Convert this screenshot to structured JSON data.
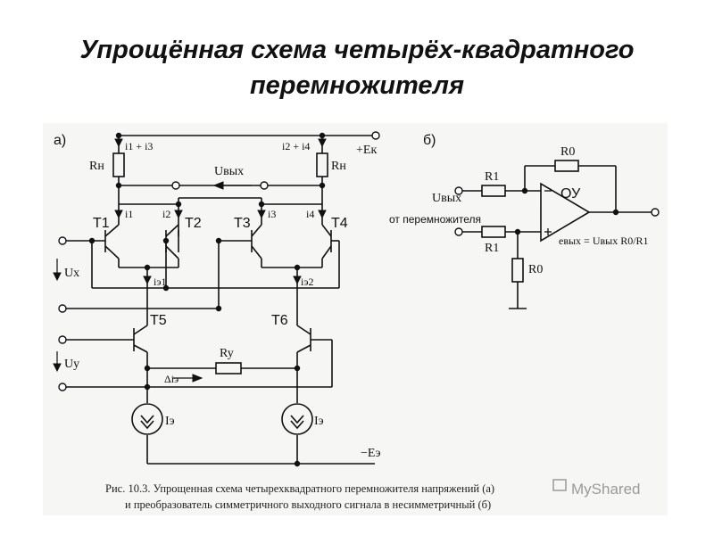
{
  "slide": {
    "title_line1": "Упрощённая схема четырёх-квадратного",
    "title_line2": "перемножителя"
  },
  "figure": {
    "panel_a": "а)",
    "panel_b": "б)",
    "currents": {
      "i1_i3": "i1 + i3",
      "i2_i4": "i2 + i4",
      "i1": "i1",
      "i2": "i2",
      "i3": "i3",
      "i4": "i4",
      "ie1": "iэ1",
      "ie2": "iэ2",
      "delta_ie": "Δiэ"
    },
    "supply_pos": "+Eк",
    "supply_neg": "−Eэ",
    "resistor_load": "Rн",
    "resistor_y": "Ry",
    "u_out": "Uвых",
    "u_x": "Ux",
    "u_y": "Uy",
    "current_source": "Iэ",
    "transistors": [
      "T1",
      "T2",
      "T3",
      "T4",
      "T5",
      "T6"
    ],
    "panel_b_labels": {
      "r0": "R0",
      "r1": "R1",
      "opamp": "ОУ",
      "u_out": "Uвых",
      "from_multiplier": "от перемножителя",
      "formula": "eвых = Uвых R0/R1"
    },
    "caption_line1": "Рис. 10.3. Упрощенная схема четырехквадратного перемножителя напряжений (а)",
    "caption_line2": "и преобразователь симметричного выходного сигнала в несимметричный (б)",
    "watermark": "MyShared"
  }
}
